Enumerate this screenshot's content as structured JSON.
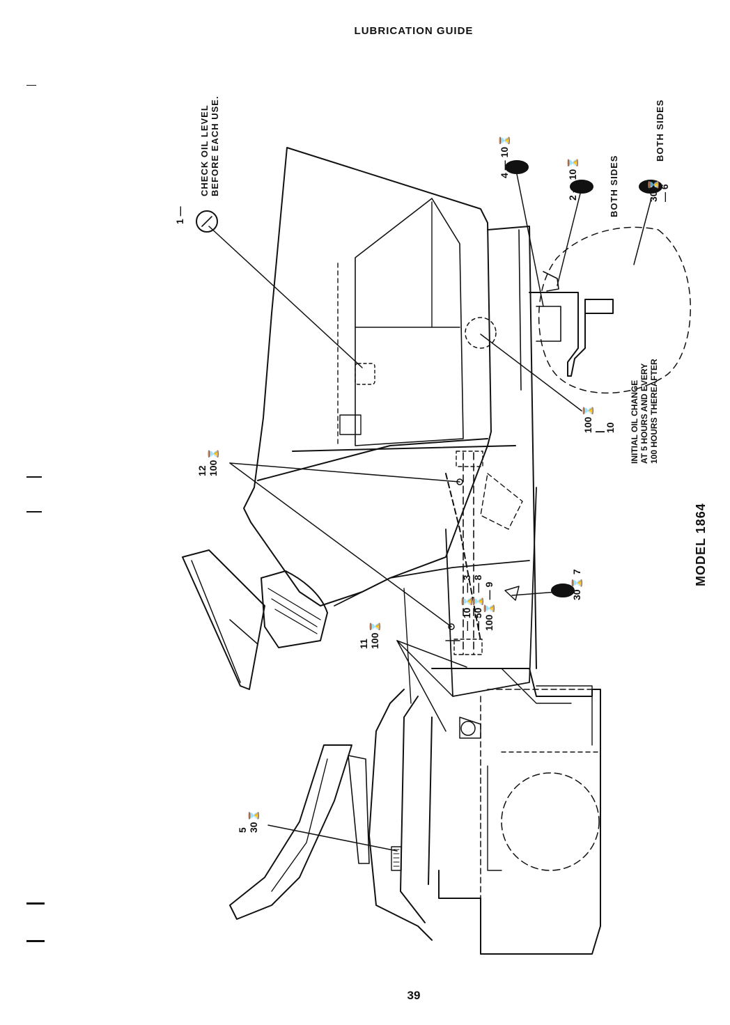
{
  "page": {
    "title": "LUBRICATION GUIDE",
    "page_number": "39",
    "model": "MODEL 1864"
  },
  "notes": {
    "check_oil_line1": "CHECK OIL LEVEL",
    "check_oil_line2": "BEFORE EACH USE.",
    "both_sides_a": "BOTH SIDES",
    "both_sides_b": "BOTH SIDES",
    "oil_change_line1": "INITIAL OIL CHANGE",
    "oil_change_line2": "AT 5 HOURS AND EVERY",
    "oil_change_line3": "100 HOURS THEREAFTER"
  },
  "callouts": [
    {
      "id": "1"
    },
    {
      "id": "2",
      "interval": "10"
    },
    {
      "id": "3",
      "interval": "10"
    },
    {
      "id": "4",
      "interval": "10"
    },
    {
      "id": "5",
      "interval": "30"
    },
    {
      "id": "6",
      "interval": "30"
    },
    {
      "id": "7",
      "interval": "30"
    },
    {
      "id": "8",
      "interval": "50"
    },
    {
      "id": "9",
      "interval": "100"
    },
    {
      "id": "10",
      "interval": "100"
    },
    {
      "id": "11",
      "interval": "100"
    },
    {
      "id": "12",
      "interval": "100"
    }
  ],
  "icons": {
    "dipstick": "dipstick-icon",
    "oil_can": "oil-can-icon",
    "hour_meter": "hourglass-icon"
  },
  "colors": {
    "ink": "#111111",
    "paper": "#ffffff"
  }
}
